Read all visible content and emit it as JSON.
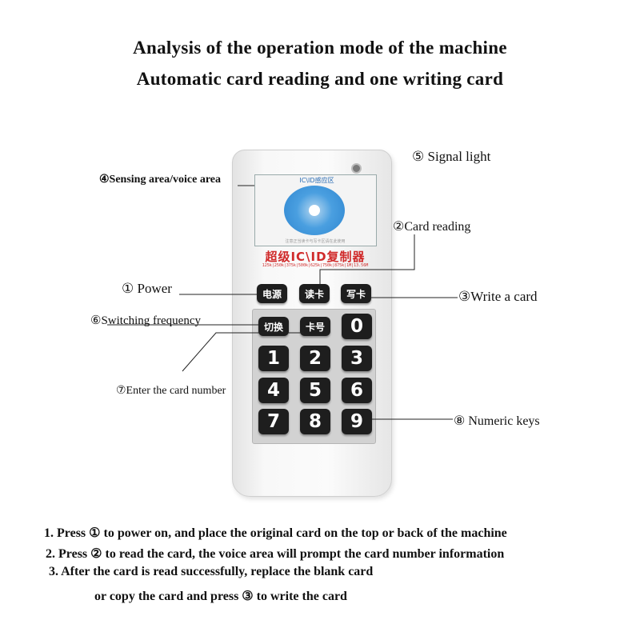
{
  "header": {
    "title_line1": "Analysis of the operation mode of the machine",
    "title_line2": "Automatic card reading and one writing card"
  },
  "device": {
    "sensor_caption": "IC\\ID感应区",
    "sensor_note": "注意正当读卡与写卡区请在此使用",
    "brand": "超级IC\\ID复制器",
    "freq_text": "125k|250k|375k|500k|625k|750k|875k|1M|13.56M",
    "function_keys": [
      "电源",
      "读卡",
      "写卡",
      "切换",
      "卡号"
    ],
    "number_keys": [
      "0",
      "1",
      "2",
      "3",
      "4",
      "5",
      "6",
      "7",
      "8",
      "9"
    ]
  },
  "annotations": {
    "signal_light": "⑤ Signal light",
    "sensing_area": "④Sensing area/voice area",
    "card_reading": "②Card reading",
    "power": "① Power",
    "write_card": "③Write a card",
    "switching_frequency": "⑥Switching frequency",
    "enter_card_number": "⑦Enter the card number",
    "numeric_keys": "⑧ Numeric keys"
  },
  "instructions": {
    "step1": "1. Press ① to power on, and place the original card on the top or back of the machine",
    "step2": "2. Press ② to read the card, the voice area will prompt the card number information",
    "step3a": "3. After the card is read successfully, replace the blank card",
    "step3b": "or copy the card and press ③ to write the card"
  },
  "colors": {
    "brand_red": "#d02a2a",
    "sensor_blue": "#2f86d0",
    "key_black": "#1e1e1e"
  }
}
